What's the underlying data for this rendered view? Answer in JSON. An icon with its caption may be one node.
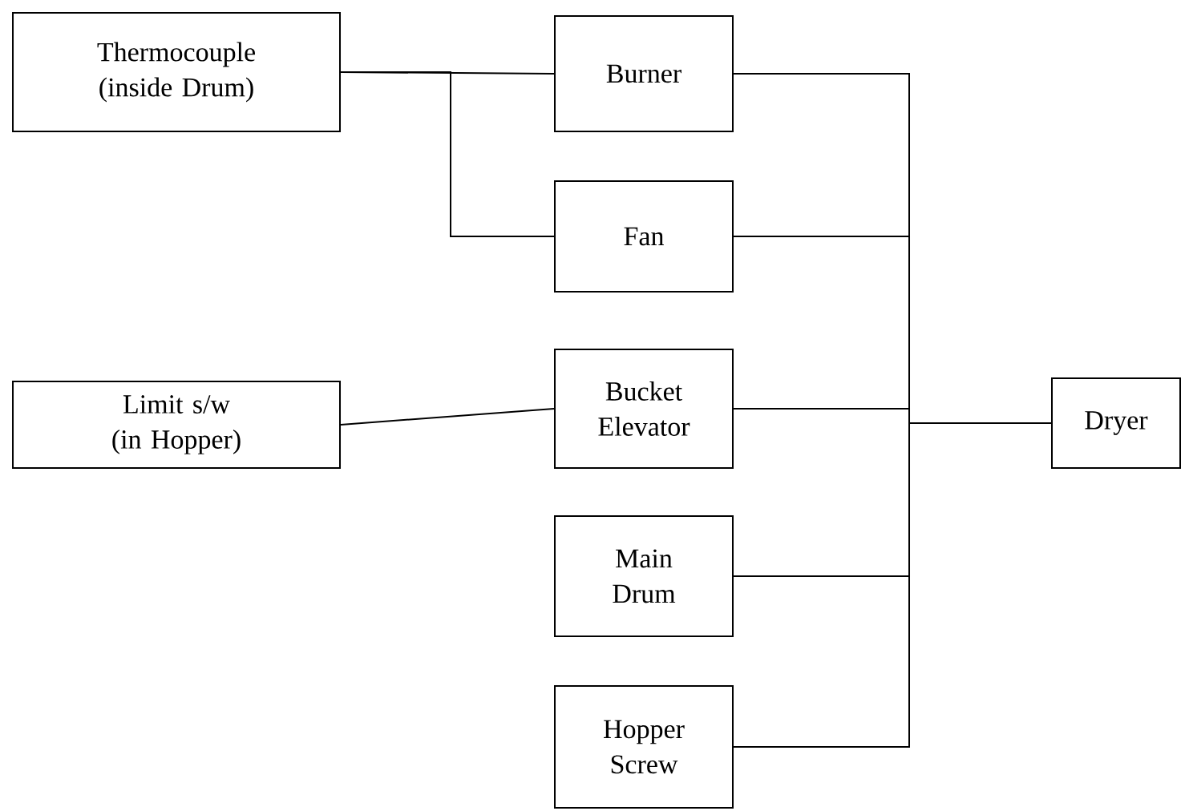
{
  "diagram": {
    "nodes": [
      {
        "text": [
          "Thermocouple (inside Drum)"
        ]
      },
      {
        "text": [
          "Burner"
        ]
      },
      {
        "text": [
          "Fan"
        ]
      },
      {
        "text": [
          "Limit s/w (in Hopper)"
        ]
      },
      {
        "text": [
          "Bucket Elevator"
        ]
      },
      {
        "text": [
          "Main Drum"
        ]
      },
      {
        "text": [
          "Hopper Screw"
        ]
      },
      {
        "text": [
          "Dryer"
        ]
      }
    ],
    "edges": [
      {
        "from": 0,
        "to": 1,
        "arrow": "none"
      },
      {
        "from": 0,
        "to": 2,
        "arrow": "none"
      },
      {
        "from": 3,
        "to": 4,
        "arrow": "none"
      },
      {
        "from": 1,
        "to": 7,
        "arrow": "none"
      },
      {
        "from": 2,
        "to": 7,
        "arrow": "none"
      },
      {
        "from": 4,
        "to": 7,
        "arrow": "none"
      },
      {
        "from": 5,
        "to": 7,
        "arrow": "none"
      },
      {
        "from": 6,
        "to": 7,
        "arrow": "none"
      }
    ]
  }
}
